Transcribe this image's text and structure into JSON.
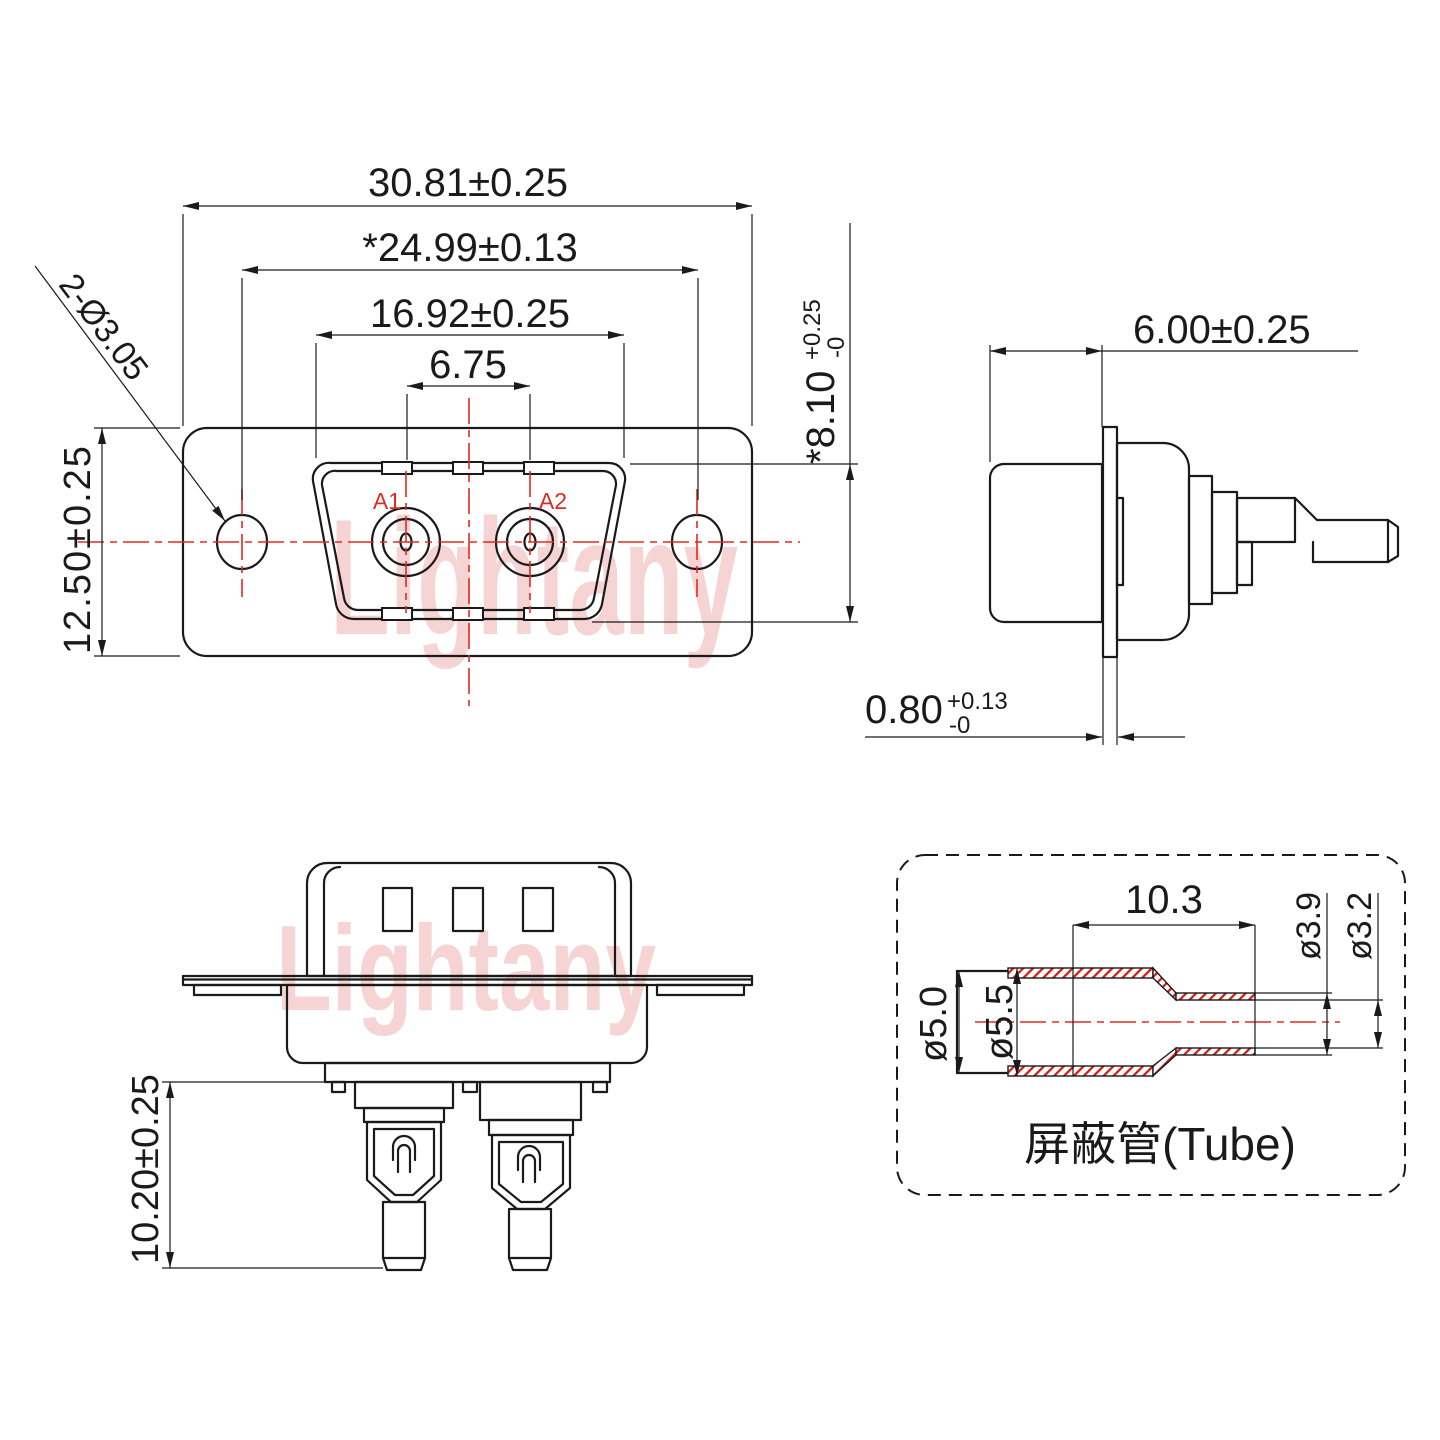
{
  "watermark": {
    "text": "Lightany"
  },
  "colors": {
    "line": "#1a1a1a",
    "red": "#e02b20",
    "hatch_red": "#cf2018",
    "watermark_pink": "#f6d4d4",
    "background": "#ffffff"
  },
  "front_view": {
    "dim_flange_width": "30.81±0.25",
    "dim_hole_spacing": "*24.99±0.13",
    "dim_shell_width": "16.92±0.25",
    "dim_contact_pitch": "6.75",
    "dim_flange_height": "12.50±0.25",
    "dim_shell_height": "*8.10",
    "dim_shell_height_tol_plus": "+0.25",
    "dim_shell_height_tol_minus": "-0",
    "dim_mounting_holes": "2-Ø3.05",
    "pin_a1": "A1",
    "pin_a2": "A2"
  },
  "side_view": {
    "dim_depth": "6.00±0.25",
    "dim_flange_thickness": "0.80",
    "dim_flange_thickness_tol_plus": "+0.13",
    "dim_flange_thickness_tol_minus": "-0"
  },
  "rear_view": {
    "dim_terminal_length": "10.20±0.25"
  },
  "tube_view": {
    "dim_length": "10.3",
    "small_section": {
      "outer": "ø3.9",
      "inner": "ø3.2"
    },
    "large_section": {
      "outer": "ø5.5",
      "inner": "ø5.0"
    },
    "caption": "屏蔽管(Tube)"
  }
}
